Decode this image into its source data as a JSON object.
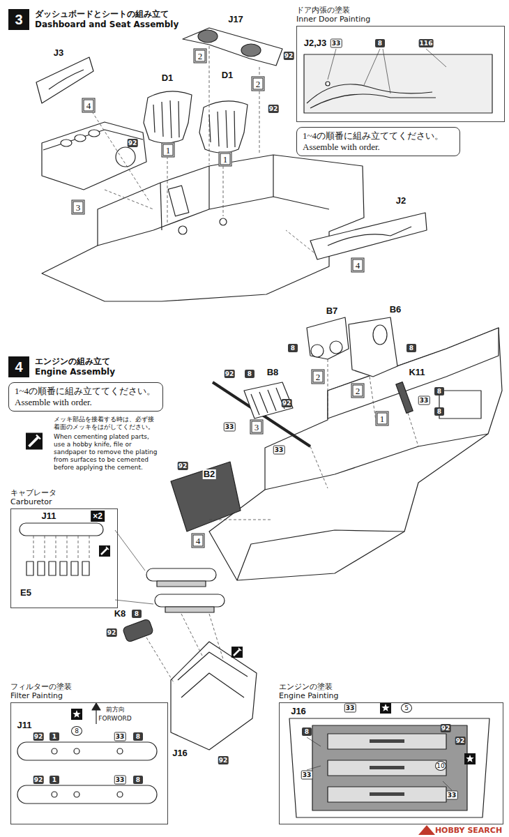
{
  "diagram": {
    "nodes": [
      {
        "text": [
          "3",
          "ダッシュボードとシートの組み立て",
          "Dashboard and Seat Assembly"
        ]
      },
      {
        "text": [
          "ドア内張の塗装",
          "Inner Door Painting"
        ]
      },
      {
        "text": [
          "1~4の順番に組み立ててください。",
          "Assemble with order."
        ]
      },
      {
        "text": [
          "4",
          "エンジンの組み立て",
          "Engine Assembly"
        ]
      },
      {
        "text": [
          "1~4の順番に組み立ててください。",
          "Assemble with order."
        ]
      },
      {
        "text": [
          "キャブレータ",
          "Carburetor"
        ]
      },
      {
        "text": [
          "フィルターの塗装",
          "Filter Painting"
        ]
      },
      {
        "text": [
          "エンジンの塗装",
          "Engine Painting"
        ]
      }
    ],
    "labels": [
      "J17",
      "2",
      "92",
      "J3",
      "D1",
      "D1",
      "2",
      "4",
      "92",
      "1",
      "1",
      "92",
      "3",
      "J2",
      "4",
      "J2,J3",
      "33",
      "8",
      "116",
      "B7",
      "B6",
      "8",
      "8",
      "92",
      "8",
      "B8",
      "2",
      "K11",
      "2",
      "8",
      "33",
      "92",
      "1",
      "8",
      "3",
      "33",
      "33",
      "メッキ部品を接着する時は、必ず接着面のメッキをはがしてください。",
      "When cementing plated parts, use a hobby knife, file or sandpaper to remove the plating from surfaces to be cemented before applying the cement.",
      "92",
      "B2",
      "4",
      "J11",
      "×2",
      "E5",
      "K8",
      "8",
      "92",
      "J16",
      "92",
      "前方向",
      "FORWORD",
      "J11",
      "92",
      "1",
      "8",
      "33",
      "8",
      "92",
      "1",
      "33",
      "8",
      "J16",
      "33",
      "5",
      "8",
      "92",
      "92",
      "10",
      "33",
      "33",
      "HOBBY SEARCH"
    ]
  }
}
